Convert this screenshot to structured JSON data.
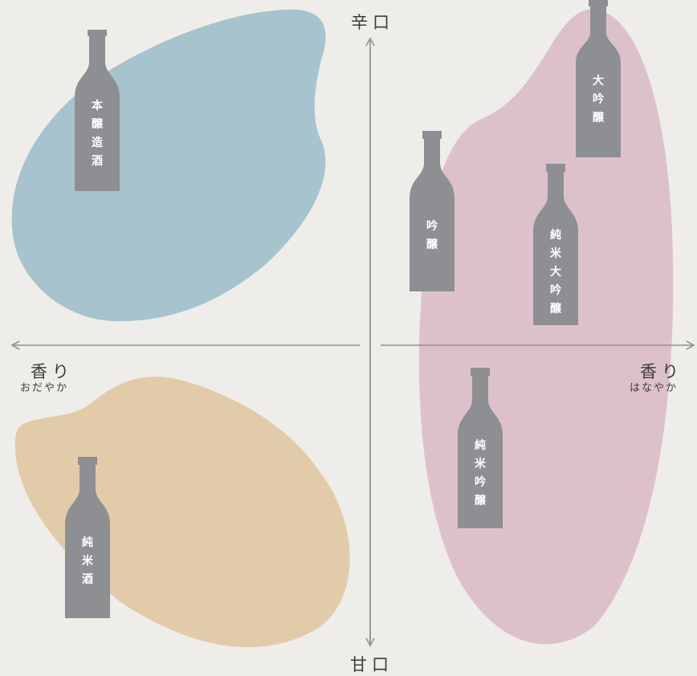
{
  "axes": {
    "top": "辛口",
    "bottom": "甘口",
    "left_main": "香り",
    "left_sub": "おだやか",
    "right_main": "香り",
    "right_sub": "はなやか"
  },
  "colors": {
    "background": "#efedea",
    "blue_region": "#a7c3cd",
    "pink_region": "#dcc1cb",
    "tan_region": "#e2cba9",
    "bottle": "#8e8f93",
    "axis": "#8f9196"
  },
  "bottles": {
    "honjozo": "本\n醸\n造\n酒",
    "daiginjo": "大\n吟\n醸",
    "ginjo": "吟\n醸",
    "junmai_daiginjo": "純\n米\n大\n吟\n醸",
    "junmai_ginjo": "純\n米\n吟\n醸",
    "junmaishu": "純\n米\n酒"
  }
}
